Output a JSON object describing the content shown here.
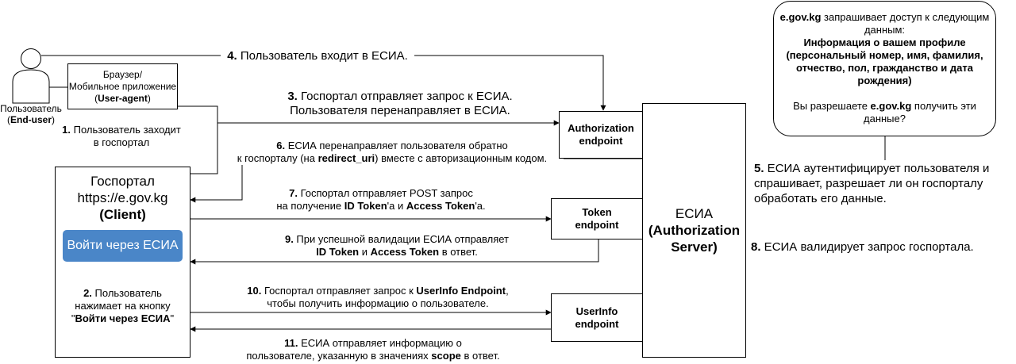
{
  "user": {
    "label": "Пользователь",
    "role": "End-user"
  },
  "browser": {
    "line1": "Браузер/",
    "line2": "Мобильное приложение",
    "role": "User-agent"
  },
  "client": {
    "title": "Госпортал",
    "url": "https://e.gov.kg",
    "role": "(Client)",
    "button": "Войти через ЕСИА"
  },
  "server": {
    "name": "ЕСИА",
    "role": "(Authorization Server)"
  },
  "endpoints": {
    "authorization": "Authorization endpoint",
    "token": "Token endpoint",
    "userinfo": "UserInfo endpoint"
  },
  "consent": {
    "line1_bold": "e.gov.kg",
    "line1_rest": " запрашивает доступ к следующим данным:",
    "profile_title": "Информация о вашем профиле",
    "profile_fields": "(персональный номер, имя, фамилия, отчество, пол, гражданство и дата рождения)",
    "question_pre": "Вы разрешаете ",
    "question_bold": "e.gov.kg",
    "question_post": " получить эти данные?"
  },
  "steps": {
    "s1_num": "1.",
    "s1_text": " Пользователь заходит",
    "s1_text2": "в госпортал",
    "s2_num": "2.",
    "s2_text": " Пользователь",
    "s2_text2": "нажимает на кнопку",
    "s2_q1": "\"",
    "s2_bold": "Войти через ЕСИА",
    "s2_q2": "\"",
    "s3_num": "3.",
    "s3_text": " Госпортал отправляет запрос к ЕСИА.",
    "s3_text2": "Пользователя перенаправляет в ЕСИА.",
    "s4_num": "4.",
    "s4_text": " Пользователь входит в ЕСИА.",
    "s5_num": "5.",
    "s5_text": " ЕСИА аутентифицирует пользователя и",
    "s5_text2": "спрашивает, разрешает ли он госпорталу",
    "s5_text3": "обработать его данные.",
    "s6_num": "6.",
    "s6_text": " ЕСИА перенаправляет пользователя обратно",
    "s6_text2a": "к госпорталу (на ",
    "s6_bold": "redirect_uri",
    "s6_text2b": ") вместе с авторизационным кодом.",
    "s7_num": "7.",
    "s7_text": " Госпортал отправляет POST запрос",
    "s7_text2a": "на получение ",
    "s7_bold1": "ID Token",
    "s7_text2b": "'а и ",
    "s7_bold2": "Access Token",
    "s7_text2c": "'а.",
    "s8_num": "8.",
    "s8_text": " ЕСИА валидирует запрос госпортала.",
    "s9_num": "9.",
    "s9_text": " При успешной валидации ЕСИА отправляет",
    "s9_bold1": "ID Token",
    "s9_mid": " и ",
    "s9_bold2": "Access Token",
    "s9_end": " в ответ.",
    "s10_num": "10.",
    "s10_text": " Госпортал отправляет запрос к ",
    "s10_bold": "UserInfo Endpoint",
    "s10_end": ",",
    "s10_text2": "чтобы получить информацию о пользователе.",
    "s11_num": "11.",
    "s11_text": " ЕСИА отправляет информацию о",
    "s11_text2a": "пользователе, указанную в значениях ",
    "s11_bold": "scope",
    "s11_text2b": " в ответ."
  }
}
